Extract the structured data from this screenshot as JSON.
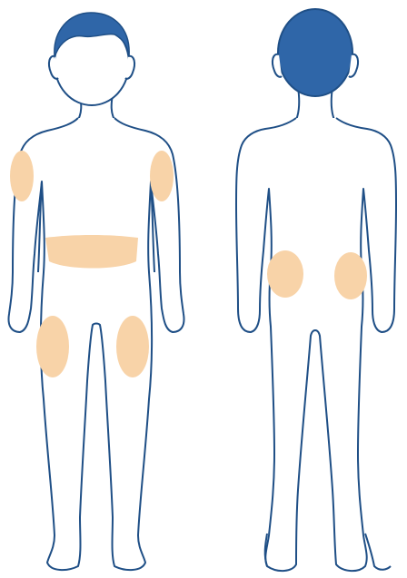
{
  "diagram": {
    "figures": [
      {
        "view": "front",
        "zones": [
          "left-upper-arm",
          "right-upper-arm",
          "abdomen",
          "left-thigh",
          "right-thigh"
        ]
      },
      {
        "view": "back",
        "zones": [
          "left-buttock",
          "right-buttock"
        ]
      }
    ]
  },
  "colors": {
    "outline": "#1f4f86",
    "hair": "#2f66a8",
    "zone_fill": "#f8d3a8",
    "background": "#ffffff"
  }
}
